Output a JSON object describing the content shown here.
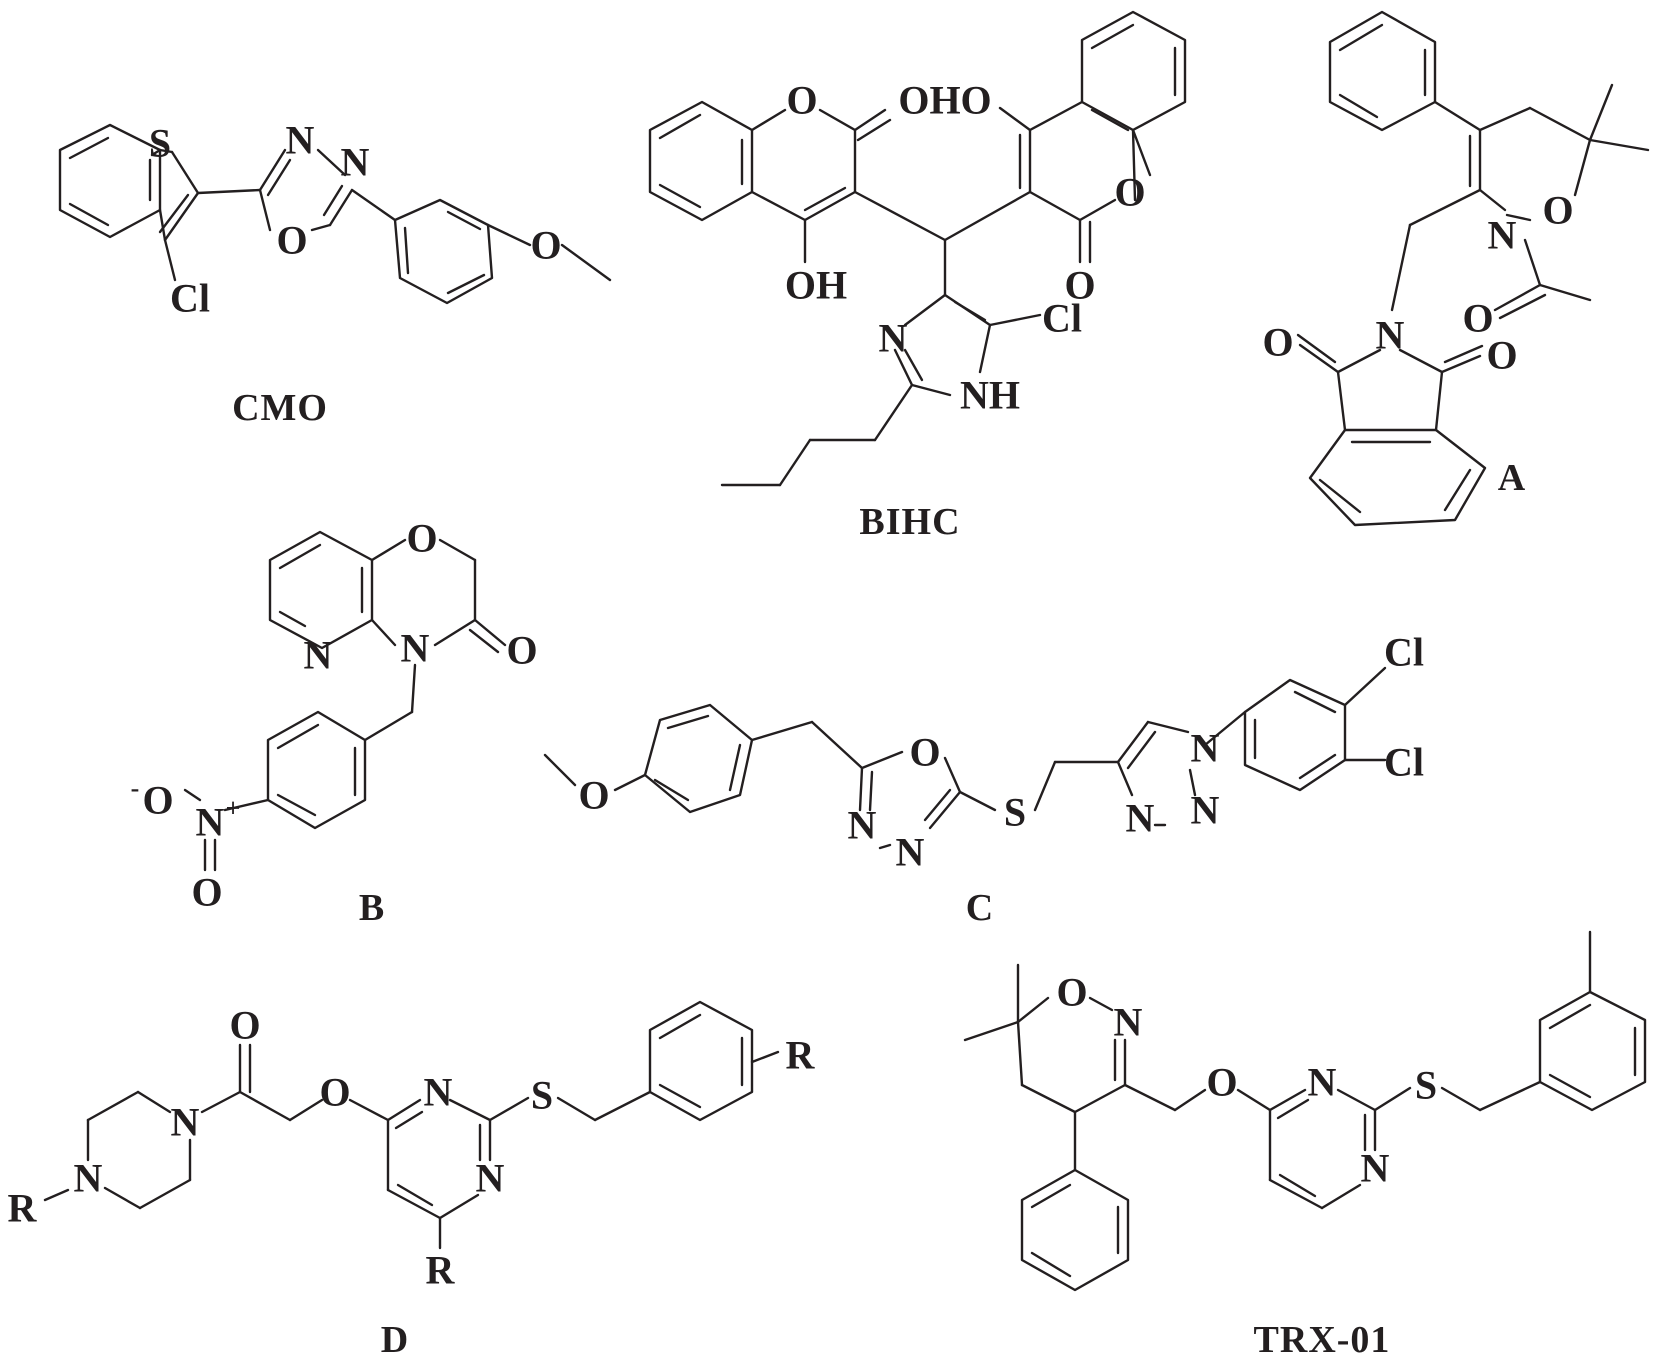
{
  "compounds": [
    {
      "id": "cmo",
      "label": "CMO"
    },
    {
      "id": "bihc",
      "label": "BIHC"
    },
    {
      "id": "a",
      "label": "A"
    },
    {
      "id": "b",
      "label": "B"
    },
    {
      "id": "c",
      "label": "C"
    },
    {
      "id": "d",
      "label": "D"
    },
    {
      "id": "trx",
      "label": "TRX-01"
    }
  ],
  "atoms": {
    "S": "S",
    "O": "O",
    "N": "N",
    "Cl": "Cl",
    "OH": "OH",
    "OHO": "OHO",
    "NH": "NH",
    "R": "R",
    "minus": "-",
    "plus": "+"
  },
  "colors": {
    "ink": "#231f20",
    "background": "#ffffff"
  }
}
